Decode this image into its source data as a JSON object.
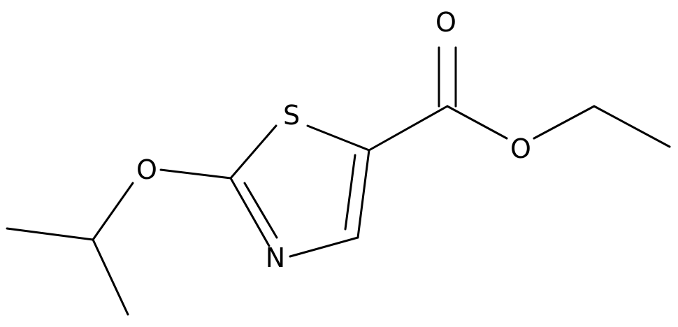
{
  "diagram": {
    "type": "chemical-structure",
    "atoms": {
      "S": "S",
      "N": "N",
      "O_ether": "O",
      "O_carbonyl": "O",
      "O_ester": "O"
    },
    "colors": {
      "bond": "#000000",
      "label": "#000000",
      "background": "#ffffff"
    }
  }
}
